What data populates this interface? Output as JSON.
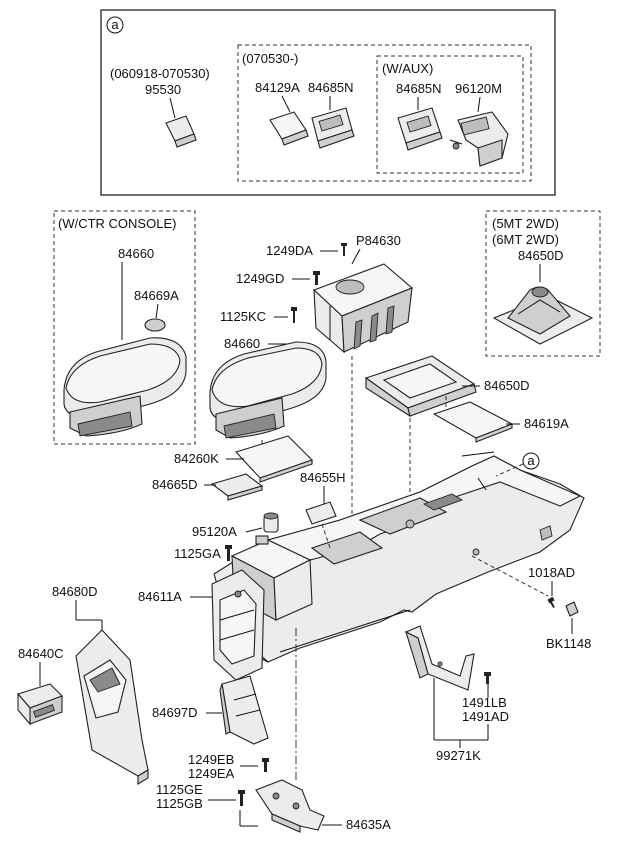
{
  "callout": {
    "marker": "a"
  },
  "groups": {
    "date_range": "(060918-070530)",
    "from_date": "(070530-)",
    "w_aux": "(W/AUX)",
    "w_ctr_console": "(W/CTR CONSOLE)",
    "mt_5": "(5MT 2WD)",
    "mt_6": "(6MT 2WD)"
  },
  "parts": {
    "p95530": "95530",
    "p84129A": "84129A",
    "p84685N_a": "84685N",
    "p84685N_b": "84685N",
    "p96120M": "96120M",
    "p84660_a": "84660",
    "p84669A": "84669A",
    "p1249DA": "1249DA",
    "pP84630": "P84630",
    "p1249GD": "1249GD",
    "p1125KC": "1125KC",
    "p84660_b": "84660",
    "p84650D_a": "84650D",
    "p84650D_b": "84650D",
    "p84619A": "84619A",
    "p84260K": "84260K",
    "p84665D": "84665D",
    "p84655H": "84655H",
    "p95120A": "95120A",
    "p1125GA": "1125GA",
    "p84680D": "84680D",
    "p84611A": "84611A",
    "p1018AD": "1018AD",
    "pBK1148": "BK1148",
    "p84640C": "84640C",
    "p1491LB": "1491LB",
    "p1491AD": "1491AD",
    "p84697D": "84697D",
    "p99271K": "99271K",
    "p1249EB": "1249EB",
    "p1249EA": "1249EA",
    "p1125GE": "1125GE",
    "p1125GB": "1125GB",
    "p84635A": "84635A"
  }
}
